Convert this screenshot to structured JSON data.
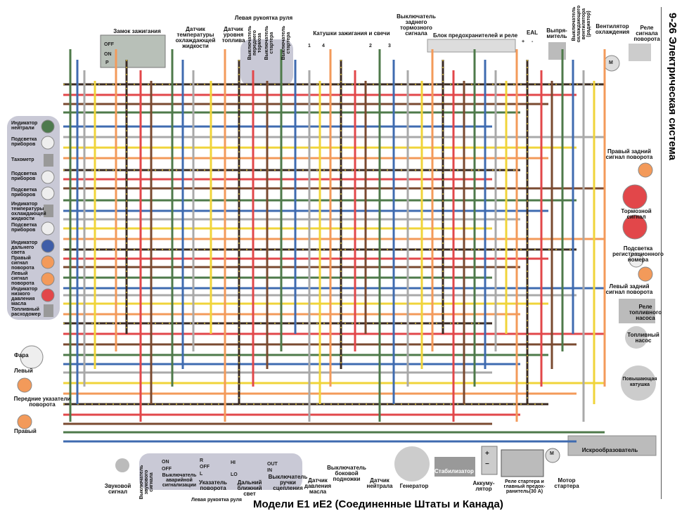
{
  "page_title": "9-26 Электрическая система",
  "caption": "Модели E1 иE2 (Соединенные Штаты и Канада)",
  "top": {
    "ignition_switch": {
      "label": "Замок зажигания",
      "rows": [
        "OFF",
        "ON",
        "P"
      ]
    },
    "coolant_temp_sensor": "Датчик\nтемпературы\nохлаждающей\nжидкости",
    "fuel_level_sensor": "Датчик\nуровня\nтоплива",
    "left_handlebar": "Левая рукоятка руля",
    "left_handlebar_switches": [
      "Выключатель переднего тормоза",
      "Выключатель стартера",
      "Выключатель стартера"
    ],
    "ignition_coils": "Катушки зажигания и свечи",
    "coil_numbers": [
      "1",
      "4",
      "2",
      "3"
    ],
    "rear_brake_switch": "Выключатель\nзаднего\nтормозного\nсигнала",
    "fuse_box": "Блок предохранителей и реле",
    "eal": {
      "label": "EAL",
      "plus": "+",
      "minus": "-"
    },
    "rectifier": "Выпря-\nмитель",
    "fan_switch": "Выключатель\nохлаждающего\nвентилятора\n(радиатор)",
    "cooling_fan": {
      "label": "Вентилятор\nохлаждения",
      "motor": "M"
    },
    "turn_relay": "Реле\nсигнала\nповорота"
  },
  "instrument_panel": [
    "Индикатор\nнейтрали",
    "Подсветка\nприборов",
    "Тахометр",
    "Подсветка\nприборов",
    "Подсветка\nприборов",
    "Индикатор\nтемпературы\nохлаждающей\nжидкости",
    "Подсветка\nприборов",
    "Индикатор\nдальнего\nсвета",
    "Правый\nсигнал\nповорота",
    "Левый\nсигнал\nповорота",
    "Индикатор\nнизкого\nдавления\nмасла",
    "Топливный\nрасходомер"
  ],
  "front": {
    "headlight": "Фара",
    "left": "Левый",
    "front_turn_signals": "Передние указатели\nповорота",
    "right": "Правый"
  },
  "rear": {
    "right_rear_turn": "Правый задний\nсигнал поворота",
    "brake_light": "Тормозной\nсигнал",
    "license_light": "Подсветка\nрегистрационного\nномера",
    "left_rear_turn": "Левый задний\nсигнал поворота",
    "fuel_pump_relay": "Реле\nтопливного\nнасоса",
    "fuel_pump": "Топливный\nнасос",
    "step_up_coil": "Повышающая\nкатушка",
    "igniter": "Искрообразователь"
  },
  "bottom": {
    "horn": "Звуковой\nсигнал",
    "horn_switch": "Выключатель\nзвукового\nсигнала",
    "hazard_switch": "Выключатель\nаварийной\nсигнализации",
    "hazard_positions": [
      "ON",
      "OFF"
    ],
    "turn_indicator": "Указатель\nповорота",
    "turn_positions": [
      "R",
      "OFF",
      "L"
    ],
    "dimmer": "Дальний\nближний\nсвет",
    "dimmer_positions": [
      "HI",
      "LO"
    ],
    "clutch_switch": "Выключатель\nручки\nсцепления",
    "clutch_positions": [
      "OUT",
      "IN"
    ],
    "left_handlebar": "Левая рукоятка руля",
    "oil_pressure_sensor": "Датчик\nдавления\nмасла",
    "side_stand_switch": "Выключатель\nбоковой\nподножки",
    "neutral_sensor": "Датчик\nнейтрала",
    "generator": "Генератор",
    "regulator": "Стабилизатор",
    "battery": {
      "label": "Аккуму-\nлятор",
      "plus": "+",
      "minus": "−"
    },
    "starter_relay": "Реле стартера и\nглавный предох-\nранитель(30 А)",
    "starter_motor": {
      "label": "Мотор\nстартера",
      "motor": "M"
    }
  },
  "colors": {
    "black_yellow": "#3a2a22",
    "red": "#e2474a",
    "brown": "#7a4a30",
    "green": "#4e7a4a",
    "blue": "#3f6bb0",
    "gray": "#a9a9a9",
    "yellow": "#f0d43a",
    "orange": "#f39a5a",
    "component": "#c9c9d6"
  }
}
